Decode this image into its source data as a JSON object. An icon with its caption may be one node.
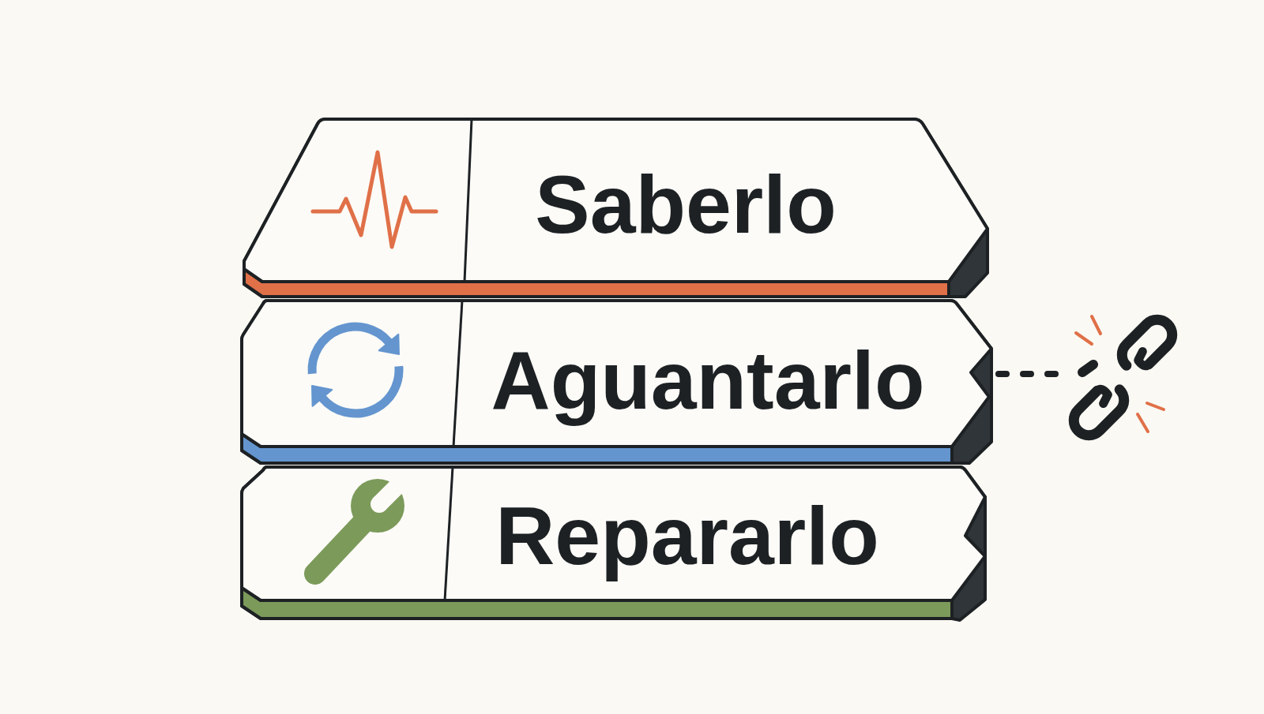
{
  "diagram": {
    "nodes": [
      {
        "text": [
          "Saberlo"
        ]
      },
      {
        "text": [
          "Aguantarlo"
        ]
      },
      {
        "text": [
          "Repararlo"
        ]
      },
      {
        "text": [],
        "shape": "picture"
      }
    ],
    "edges": [
      {
        "from": 1,
        "to": 3,
        "arrow": "none",
        "style": "dashed"
      }
    ]
  }
}
